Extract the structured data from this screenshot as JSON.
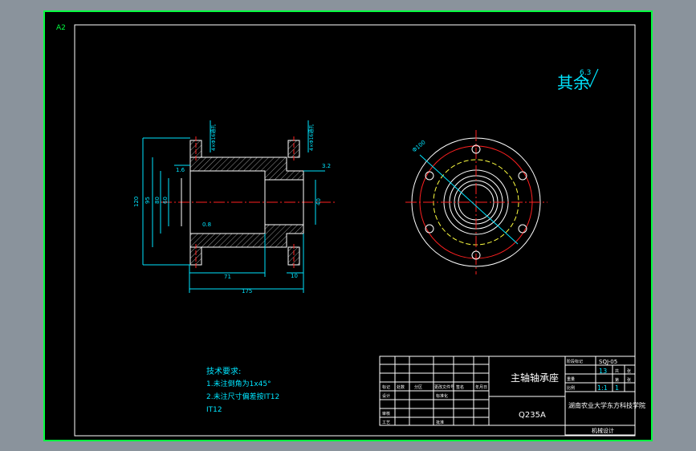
{
  "sheet": {
    "size_label": "A2"
  },
  "roughness": {
    "label": "其余",
    "value": "6.3"
  },
  "section_view": {
    "dims_vertical": [
      "120",
      "95",
      "80",
      "60",
      "40"
    ],
    "dims_horizontal": [
      "71",
      "175",
      "10"
    ],
    "roughness_marks": [
      "1.6",
      "3.2",
      "0.8"
    ],
    "flange_notes": [
      "4×Φ16通孔",
      "4×Φ16通孔"
    ]
  },
  "end_view": {
    "hole_note": "Φ100"
  },
  "notes": {
    "title": "技术要求:",
    "lines": [
      "1.未注倒角为1x45°",
      "2.未注尺寸偏差按IT12",
      "IT12"
    ]
  },
  "title_block": {
    "part_name": "主轴轴承座",
    "material": "Q235A",
    "drawing_no": "SQJ-05",
    "scale": "1:1",
    "sheet_count": "13",
    "sheet_no": "1",
    "school": "湖南农业大学东方科技学院",
    "bottom_label": "机械设计",
    "grid_labels": [
      "标记",
      "处数",
      "分区",
      "更改文件号",
      "签名",
      "年月日",
      "设计",
      "标准化",
      "审核",
      "工艺",
      "批准",
      "阶段标记",
      "重量",
      "比例",
      "共",
      "张",
      "第",
      "张"
    ]
  }
}
